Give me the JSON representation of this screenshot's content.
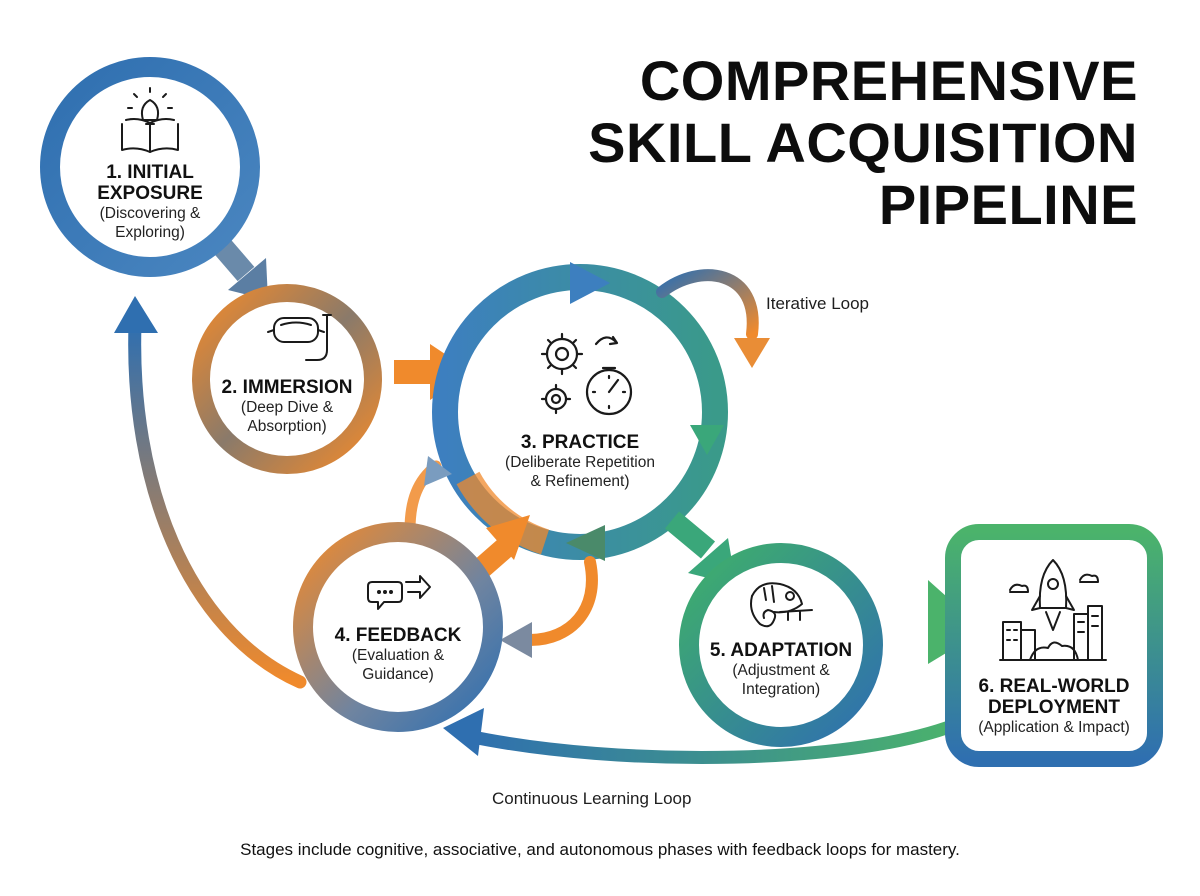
{
  "title": {
    "line1": "COMPREHENSIVE",
    "line2": "SKILL ACQUISITION",
    "line3": "PIPELINE"
  },
  "stages": [
    {
      "title_lines": [
        "1. INITIAL",
        "EXPOSURE"
      ],
      "subtitle_lines": [
        "(Discovering &",
        "Exploring)"
      ],
      "icon": "lightbulb-book-icon"
    },
    {
      "title_lines": [
        "2. IMMERSION"
      ],
      "subtitle_lines": [
        "(Deep Dive &",
        "Absorption)"
      ],
      "icon": "diving-mask-snorkel-icon"
    },
    {
      "title_lines": [
        "3. PRACTICE"
      ],
      "subtitle_lines": [
        "(Deliberate Repetition",
        "& Refinement)"
      ],
      "icon": "gears-stopwatch-icon"
    },
    {
      "title_lines": [
        "4. FEEDBACK"
      ],
      "subtitle_lines": [
        "(Evaluation &",
        "Guidance)"
      ],
      "icon": "speech-bubbles-icon"
    },
    {
      "title_lines": [
        "5. ADAPTATION"
      ],
      "subtitle_lines": [
        "(Adjustment &",
        "Integration)"
      ],
      "icon": "chameleon-icon"
    },
    {
      "title_lines": [
        "6. REAL-WORLD",
        "DEPLOYMENT"
      ],
      "subtitle_lines": [
        "(Application & Impact)"
      ],
      "icon": "rocket-city-icon"
    }
  ],
  "loops": {
    "iterative": "Iterative Loop",
    "continuous": "Continuous Learning Loop"
  },
  "footer": "Stages include cognitive, associative, and autonomous phases with feedback loops for mastery.",
  "colors": {
    "blue": "#2f6fb0",
    "orange": "#f08a2c",
    "green": "#4bb36b",
    "teal": "#3a9a8a"
  }
}
